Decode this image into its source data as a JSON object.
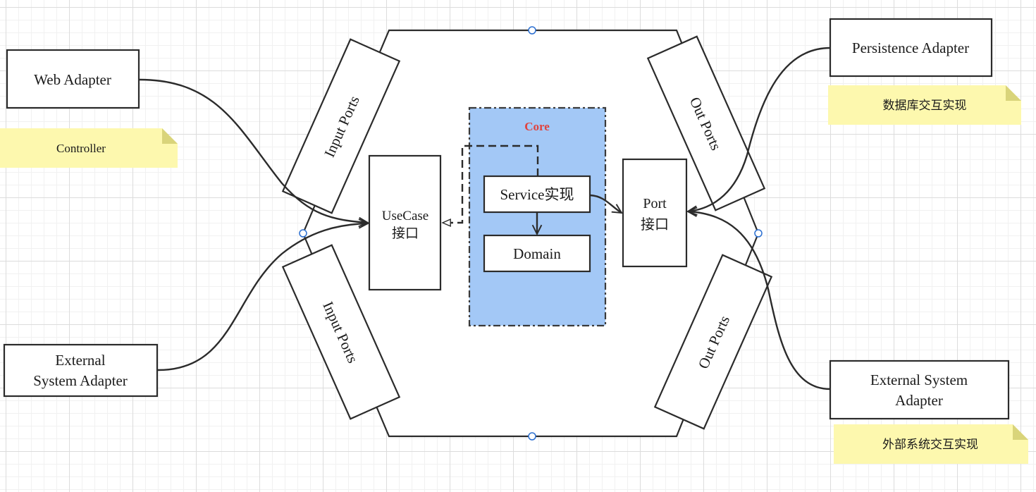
{
  "adapters": {
    "web": "Web Adapter",
    "external_left_line1": "External",
    "external_left_line2": "System Adapter",
    "persistence": "Persistence Adapter",
    "external_right_line1": "External System",
    "external_right_line2": "Adapter"
  },
  "notes": {
    "controller": "Controller",
    "persistence": "数据库交互实现",
    "external": "外部系统交互实现"
  },
  "ports": {
    "input_top": "Input Ports",
    "input_bottom": "Input Ports",
    "out_top": "Out Ports",
    "out_bottom": "Out Ports"
  },
  "usecase": {
    "line1": "UseCase",
    "line2": "接口"
  },
  "port_iface": {
    "line1": "Port",
    "line2": "接口"
  },
  "core": {
    "title": "Core",
    "service": "Service实现",
    "domain": "Domain"
  },
  "colors": {
    "core_fill": "#a3c8f6",
    "core_title": "#e0433e",
    "note_fill": "#fdf8ae",
    "handle": "#2b6fd1"
  }
}
